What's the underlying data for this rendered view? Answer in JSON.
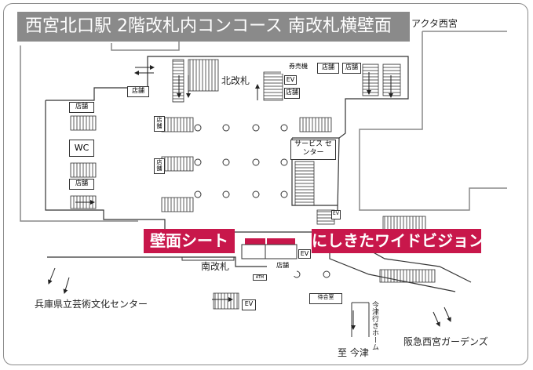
{
  "title": "西宮北口駅 2階改札内コンコース 南改札横壁面",
  "ads": {
    "wall_sheet": "壁面シート",
    "vision": "にしきたワイドビジョン"
  },
  "labels": {
    "acta": "アクタ西宮",
    "north_gate": "北改札",
    "south_gate": "南改札",
    "ticket_machine": "券売機",
    "ev": "EV",
    "shop": "店舗",
    "wc": "WC",
    "service_center": "サービス センター",
    "hyogo_center": "兵庫県立芸術文化センター",
    "hankyu_gardens": "阪急西宮ガーデンズ",
    "imazu": "至 今津",
    "imazu_platform": "今津行きホーム",
    "waiting_room": "待合室",
    "atm": "ATM"
  },
  "colors": {
    "ad_red": "#c8174b",
    "banner_gray": "#8a8a8a",
    "line": "#333333"
  }
}
